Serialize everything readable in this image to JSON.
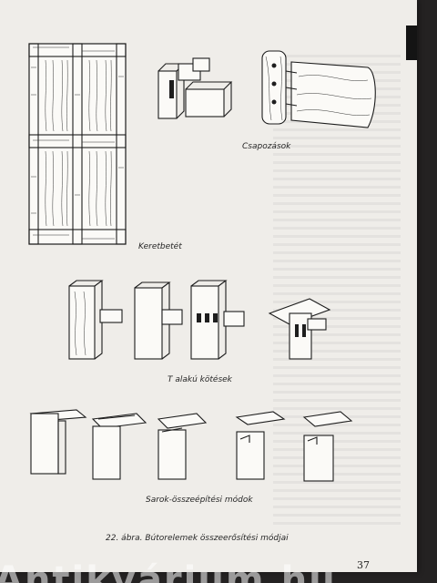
{
  "labels": {
    "frame": "Keretbetét",
    "tenon": "Csapozások",
    "t_joint": "T alakú kötések",
    "corner": "Sarok-összeépítési módok",
    "figure_caption": "22. ábra. Bútorelemek összeerősítési módjai"
  },
  "page_number": "37",
  "watermark": "Antikvárium.hu"
}
